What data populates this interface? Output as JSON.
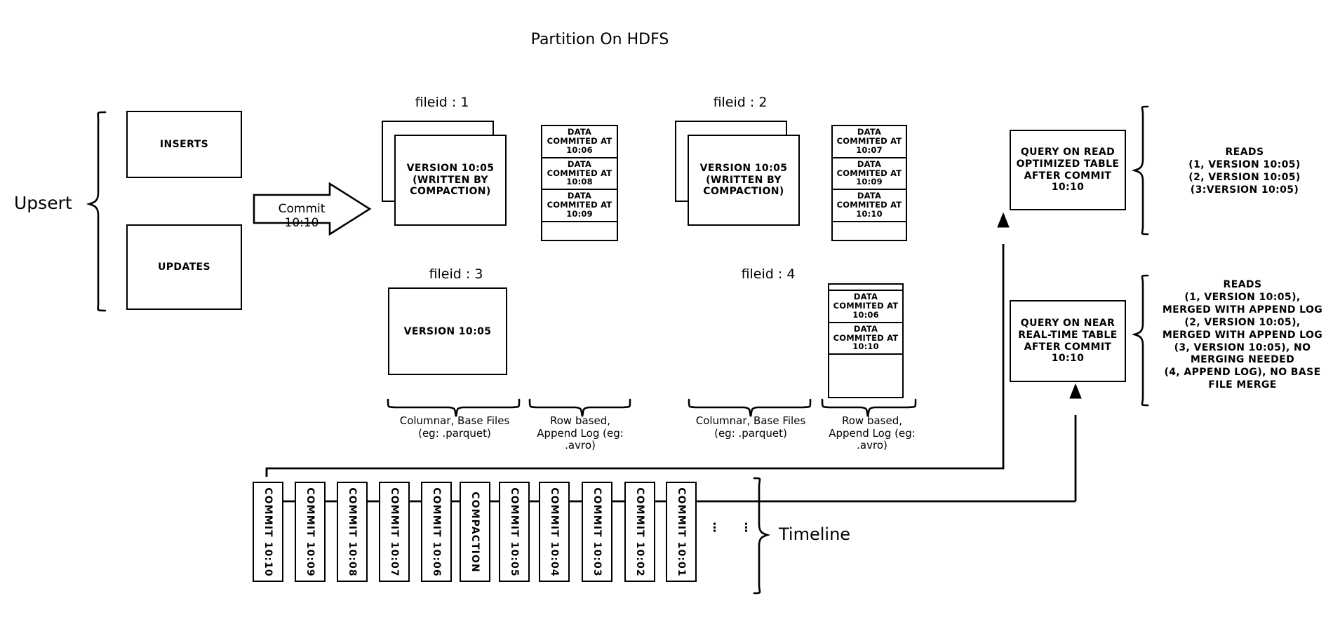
{
  "title": "Partition On HDFS",
  "left": {
    "upsert_label": "Upsert",
    "inserts_label": "INSERTS",
    "updates_label": "UPDATES",
    "commit_arrow_label": "Commit 10:10"
  },
  "filegroups": [
    {
      "id": "fg1",
      "header": "fileid : 1",
      "base_file": "VERSION 10:05\n(WRITTEN BY\nCOMPACTION)",
      "stacked": true,
      "log_rows": [
        "DATA COMMITED\nAT 10:06",
        "DATA COMMITED\nAT 10:08",
        "DATA COMMITED\nAT 10:09"
      ]
    },
    {
      "id": "fg2",
      "header": "fileid : 2",
      "base_file": "VERSION 10:05\n(WRITTEN BY\nCOMPACTION)",
      "stacked": true,
      "log_rows": [
        "DATA COMMITED\nAT 10:07",
        "DATA COMMITED\nAT 10:09",
        "DATA COMMITED\nAT 10:10"
      ]
    },
    {
      "id": "fg3",
      "header": "fileid : 3",
      "base_file": "VERSION 10:05",
      "stacked": false,
      "log_rows": []
    },
    {
      "id": "fg4",
      "header": "fileid : 4",
      "base_file": "",
      "stacked": false,
      "log_rows": [
        "DATA COMMITED\nAT 10:06",
        "DATA COMMITED\nAT 10:10"
      ]
    }
  ],
  "captions": {
    "base_files_left": "Columnar, Base Files\n(eg: .parquet)",
    "append_log_left": "Row based,\nAppend Log  (eg:\n.avro)",
    "base_files_right": "Columnar, Base Files\n(eg: .parquet)",
    "append_log_right": "Row based,\nAppend Log  (eg:\n.avro)"
  },
  "queries": {
    "read_optimized": "QUERY ON READ\nOPTIMIZED TABLE\nAFTER COMMIT\n10:10",
    "near_real_time": "QUERY ON NEAR\nREAL-TIME TABLE\nAFTER COMMIT\n10:10"
  },
  "reads": {
    "read_optimized": "READS\n(1, VERSION 10:05)\n(2, VERSION 10:05)\n(3:VERSION 10:05)",
    "near_real_time": "READS\n(1, VERSION 10:05),\nMERGED WITH APPEND LOG\n(2, VERSION 10:05),\nMERGED WITH APPEND LOG\n(3, VERSION 10:05), NO\nMERGING NEEDED\n(4, APPEND LOG), NO BASE\nFILE MERGE"
  },
  "timeline": {
    "label": "Timeline",
    "cells": [
      "COMMIT  10:10",
      "COMMIT  10:09",
      "COMMIT  10:08",
      "COMMIT  10:07",
      "COMMIT  10:06",
      "COMPACTION",
      "COMMIT  10:05",
      "COMMIT  10:04",
      "COMMIT  10:03",
      "COMMIT  10:02",
      "COMMIT  10:01"
    ],
    "ellipsis": "⋮"
  },
  "colors": {
    "stroke": "#000000",
    "background": "#ffffff"
  }
}
